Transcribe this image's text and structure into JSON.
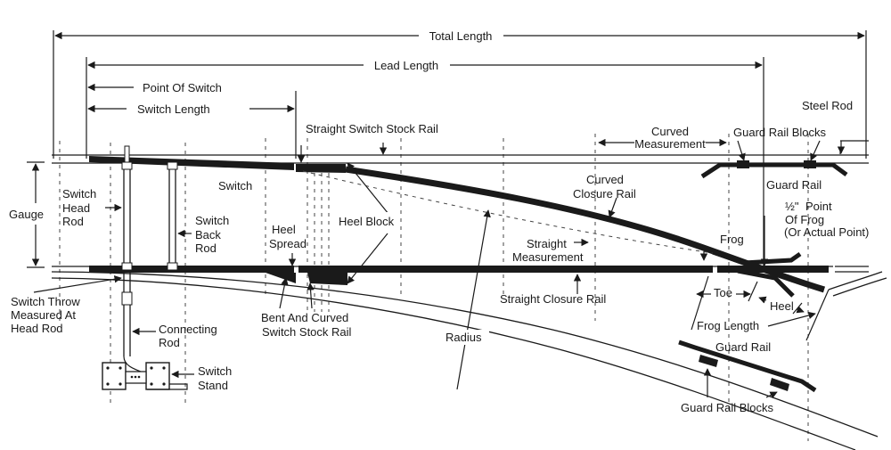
{
  "labels": {
    "total_length": "Total Length",
    "lead_length": "Lead Length",
    "point_of_switch": "Point Of Switch",
    "switch_length": "Switch Length",
    "straight_switch_stock_rail": "Straight Switch Stock Rail",
    "curved_measurement_1": "Curved",
    "curved_measurement_2": "Measurement",
    "guard_rail_blocks_top": "Guard Rail Blocks",
    "steel_rod": "Steel Rod",
    "gauge": "Gauge",
    "switch_head_rod_1": "Switch",
    "switch_head_rod_2": "Head",
    "switch_head_rod_3": "Rod",
    "switch": "Switch",
    "switch_back_rod_1": "Switch",
    "switch_back_rod_2": "Back",
    "switch_back_rod_3": "Rod",
    "heel_spread_1": "Heel",
    "heel_spread_2": "Spread",
    "heel_block": "Heel Block",
    "curved_closure_rail_1": "Curved",
    "curved_closure_rail_2": "Closure Rail",
    "guard_rail_top": "Guard Rail",
    "half_point_1": "Point",
    "half_point_2": "Of Frog",
    "half_point_3": "(Or Actual Point)",
    "half_fraction": "½\"",
    "frog": "Frog",
    "straight_measurement_1": "Straight",
    "straight_measurement_2": "Measurement",
    "straight_closure_rail": "Straight Closure Rail",
    "switch_throw_1": "Switch Throw",
    "switch_throw_2": "Measured At",
    "switch_throw_3": "Head Rod",
    "bent_curved_1": "Bent And Curved",
    "bent_curved_2": "Switch Stock Rail",
    "connecting_rod_1": "Connecting",
    "connecting_rod_2": "Rod",
    "switch_stand_1": "Switch",
    "switch_stand_2": "Stand",
    "radius": "Radius",
    "toe": "Toe",
    "heel": "Heel",
    "frog_length": "Frog Length",
    "guard_rail_bottom": "Guard Rail",
    "guard_rail_blocks_bottom": "Guard Rail Blocks"
  },
  "colors": {
    "ink": "#1a1a1a",
    "background": "#ffffff"
  }
}
